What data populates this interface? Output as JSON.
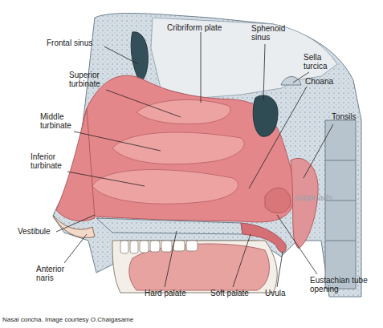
{
  "diagram": {
    "caption": "Nasal concha. Image courtesy O.Chaigasame",
    "labels": [
      "Cribriform plate",
      "Frontal sinus",
      "Sphenoid sinus",
      "Sella turcica",
      "Superior turbinate",
      "Choana",
      "Middle turbinate",
      "Tonsils",
      "Inferior turbinate",
      "Vestibule",
      "Anterior naris",
      "Hard palate",
      "Soft palate",
      "Uvula",
      "Eustachian tube opening",
      "statpearls"
    ]
  }
}
